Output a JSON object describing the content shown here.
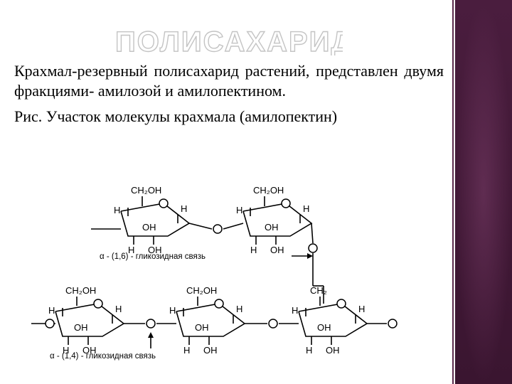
{
  "slide": {
    "title": "ПОЛИСАХАРИДЫ",
    "paragraph": "Крахмал-резервный полисахарид растений, представлен двумя фракциями- амилозой и амилопектином.",
    "caption": "Рис. Участок молекулы крахмала (амилопектин)"
  },
  "diagram": {
    "groups": {
      "ch2oh": "CH₂OH",
      "ch2": "CH₂",
      "oh": "OH",
      "h": "H",
      "o": "O"
    },
    "bond_labels": {
      "alpha_16": "α - (1,6) - гликозидная связь",
      "alpha_14": "α - (1,4) - гликозидная связь"
    }
  },
  "colors": {
    "side_bar": "#4a1d3e",
    "title_outline": "#c4c4c4",
    "text": "#000000"
  }
}
